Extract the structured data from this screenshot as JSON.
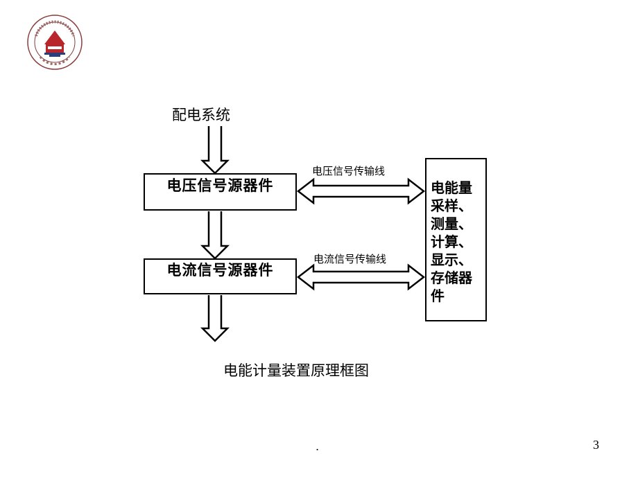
{
  "diagram": {
    "source": "配电系统",
    "voltage_source": "电压信号源器件",
    "current_source": "电流信号源器件",
    "voltage_line": "电压信号传输线",
    "current_line": "电流信号传输线",
    "measurement_unit": "电能量\n采样、\n测量、\n计算、\n显示、\n存储器\n件",
    "caption": "电能计量装置原理框图"
  },
  "footer": {
    "dot": ".",
    "page_number": "3"
  },
  "colors": {
    "logo_red": "#b8262b",
    "logo_blue": "#2b3d7a",
    "line": "#000000"
  }
}
